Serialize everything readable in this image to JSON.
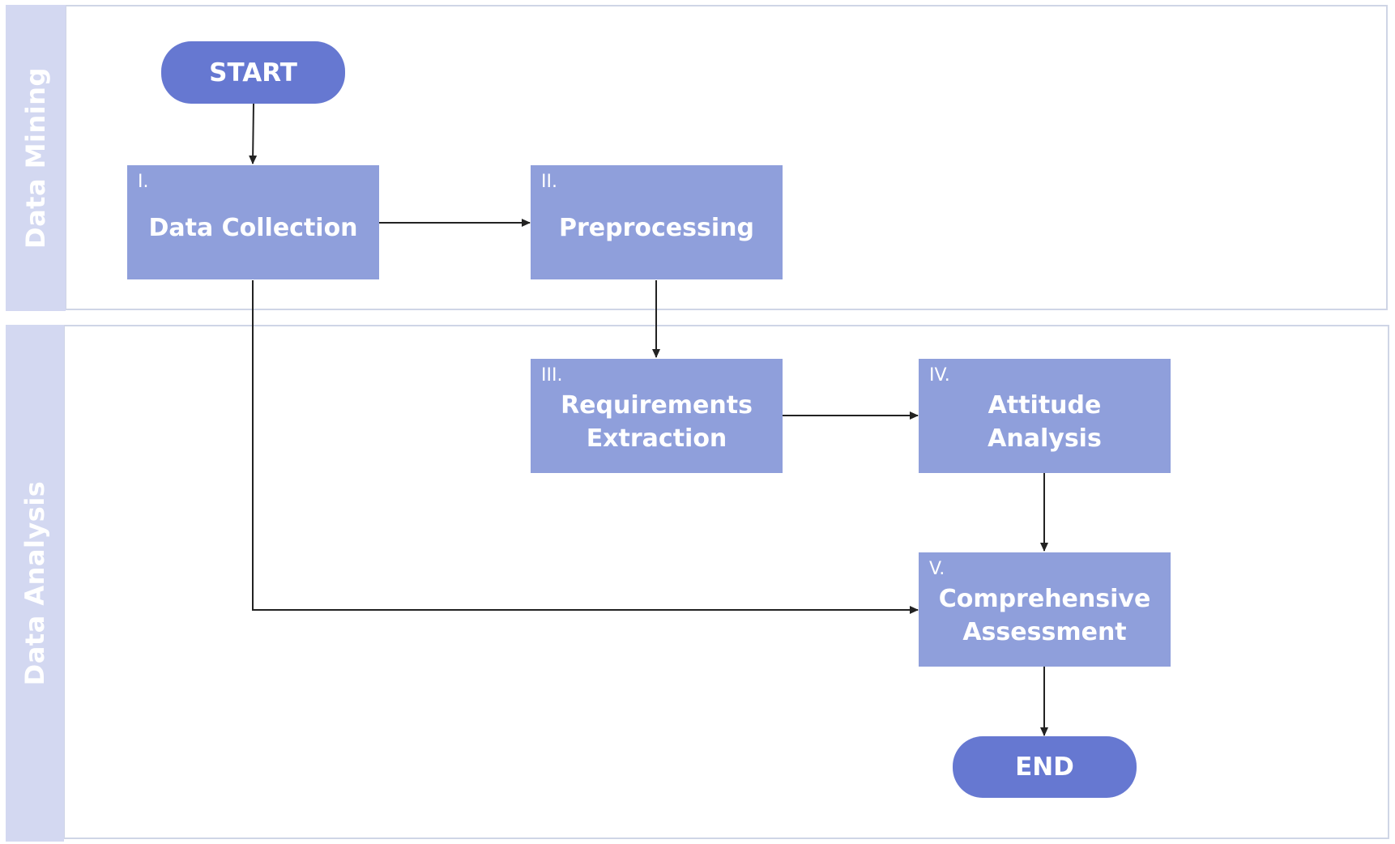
{
  "colors": {
    "lane_header": "#d3d8f1",
    "lane_border": "#cfd5e6",
    "step_fill": "#8f9fdb",
    "terminal_fill": "#6678d1",
    "text": "#ffffff",
    "connector": "#222222"
  },
  "lanes": [
    {
      "id": "data-mining",
      "label": "Data Mining"
    },
    {
      "id": "data-analysis",
      "label": "Data Analysis"
    }
  ],
  "terminals": {
    "start": "START",
    "end": "END"
  },
  "steps": [
    {
      "id": "data-collection",
      "number": "I.",
      "title": "Data Collection"
    },
    {
      "id": "preprocessing",
      "number": "II.",
      "title": "Preprocessing"
    },
    {
      "id": "requirements-extraction",
      "number": "III.",
      "title": "Requirements\nExtraction"
    },
    {
      "id": "attitude-analysis",
      "number": "IV.",
      "title": "Attitude\nAnalysis"
    },
    {
      "id": "comprehensive-assessment",
      "number": "V.",
      "title": "Comprehensive\nAssessment"
    }
  ],
  "connections": [
    {
      "from": "start",
      "to": "data-collection"
    },
    {
      "from": "data-collection",
      "to": "preprocessing"
    },
    {
      "from": "preprocessing",
      "to": "requirements-extraction"
    },
    {
      "from": "requirements-extraction",
      "to": "attitude-analysis"
    },
    {
      "from": "attitude-analysis",
      "to": "comprehensive-assessment"
    },
    {
      "from": "data-collection",
      "to": "comprehensive-assessment"
    },
    {
      "from": "comprehensive-assessment",
      "to": "end"
    }
  ]
}
